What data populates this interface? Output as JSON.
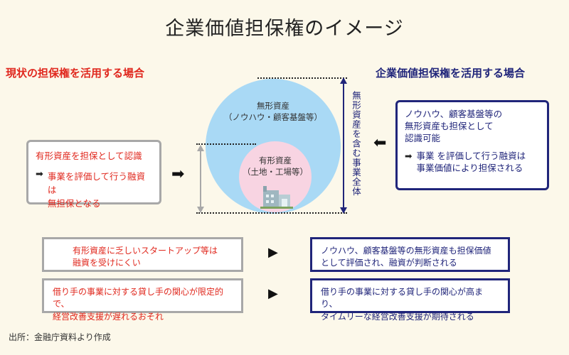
{
  "title": "企業価値担保権のイメージ",
  "left_header": "現状の担保権を活用する場合",
  "right_header": "企業価値担保権を活用する場合",
  "left_box": {
    "line1": "有形資産を担保として認識",
    "line2a": "事業を評価して行う融資は",
    "line2b": "無担保となる"
  },
  "right_box": {
    "line1": "ノウハウ、顧客基盤等の",
    "line2": "無形資産も担保として",
    "line3": "認識可能",
    "line4a": "事業 を評価して行う融資は",
    "line4b": "事業価値により担保される"
  },
  "big_circle": {
    "line1": "無形資産",
    "line2": "（ノウハウ・顧客基盤等）"
  },
  "small_circle": {
    "line1": "有形資産",
    "line2": "（土地・工場等）"
  },
  "vertical_label": "無形資産を含む事業全体",
  "rows": [
    {
      "left_a": "有形資産に乏しいスタートアップ等は",
      "left_b": "融資を受けにくい",
      "right_a": "ノウハウ、顧客基盤等の無形資産も担保価値",
      "right_b": "として評価され、融資が判断される"
    },
    {
      "left_a": "借り手の事業に対する貸し手の関心が限定的で、",
      "left_b": "経営改善支援が遅れるおそれ",
      "right_a": "借り手の事業に対する貸し手の関心が高まり、",
      "right_b": "タイムリーな経営改善支援が期待される"
    }
  ],
  "source": "出所：金融庁資料より作成",
  "colors": {
    "red": "#e0281e",
    "navy": "#20257a",
    "gray": "#a8a8a8",
    "background": "#fcf8ea"
  }
}
